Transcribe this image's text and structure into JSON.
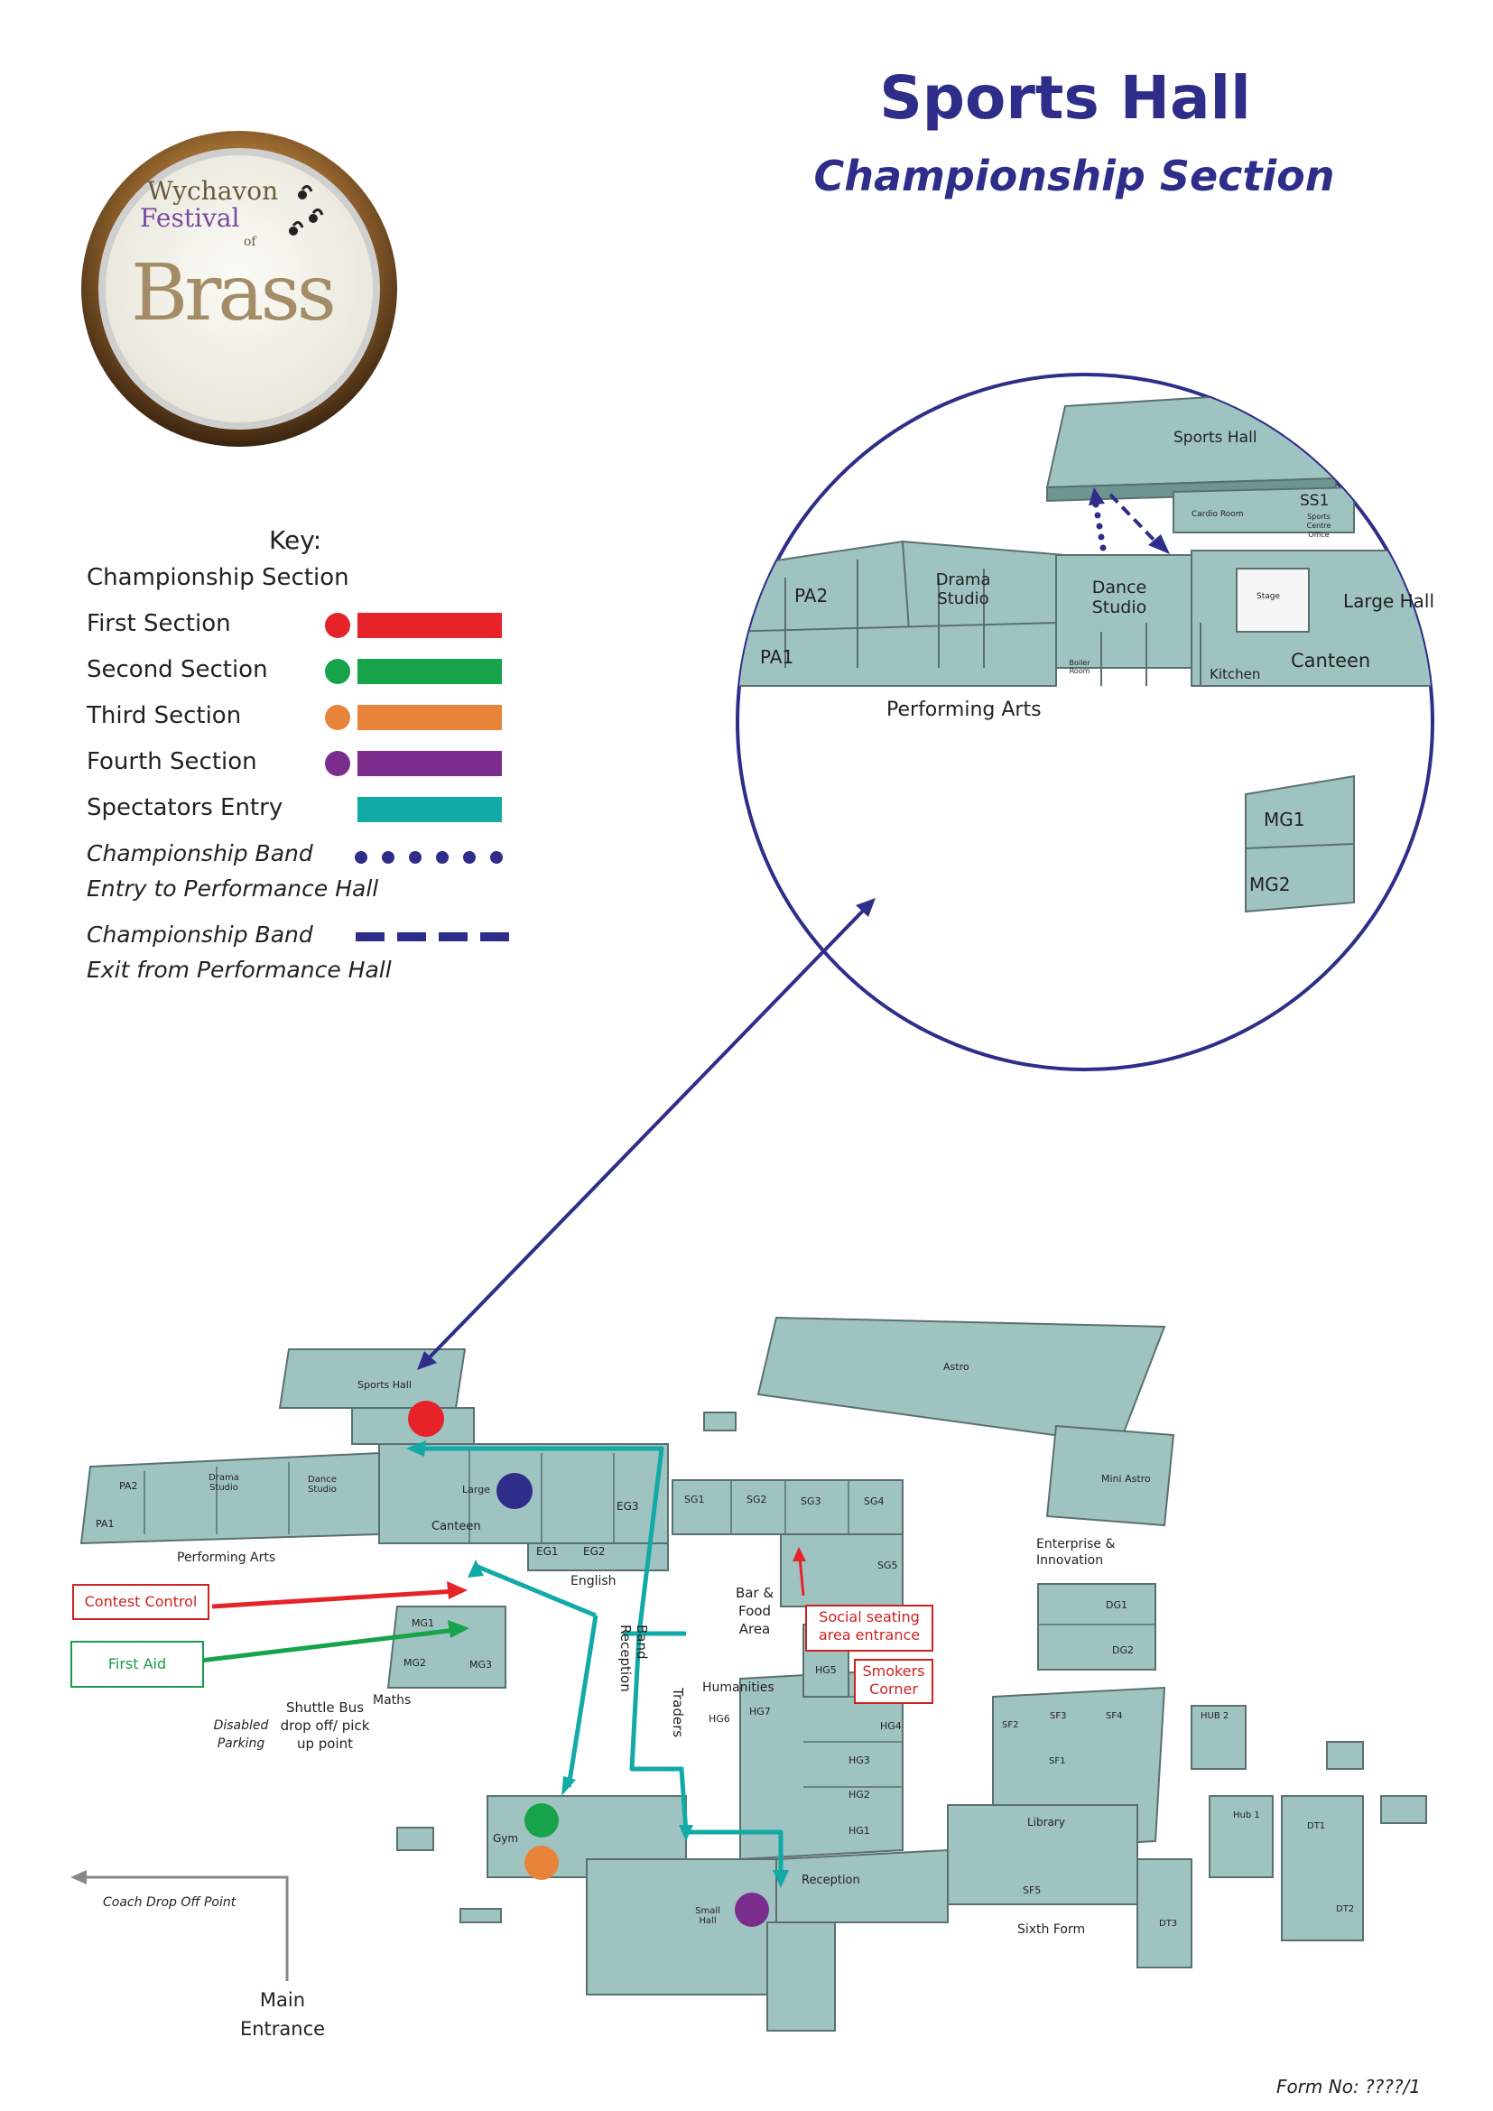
{
  "logo": {
    "line1": "Wychavon",
    "line2": "Festival",
    "line3": "of",
    "line4": "Brass"
  },
  "title": "Sports Hall",
  "subtitle": "Championship Section",
  "key": {
    "heading": "Key:",
    "section_heading": "Championship Section",
    "items": [
      {
        "label": "First Section",
        "color": "#e52328"
      },
      {
        "label": "Second Section",
        "color": "#16a34a"
      },
      {
        "label": "Third Section",
        "color": "#e8843a"
      },
      {
        "label": "Fourth Section",
        "color": "#7b2d8e"
      },
      {
        "label": "Spectators Entry",
        "color": "#12aaa6"
      }
    ],
    "entry_line1": "Championship Band",
    "entry_line2": "Entry to Performance Hall",
    "exit_line1": "Championship Band",
    "exit_line2": "Exit from Performance Hall",
    "band_color": "#2e2e8a"
  },
  "inset": {
    "sports_hall": "Sports Hall",
    "ss1": "SS1",
    "cardio_room": "Cardio Room",
    "sports_centre_office": "Sports Centre Office",
    "pa2": "PA2",
    "pa1": "PA1",
    "drama": "Drama Studio",
    "dance": "Dance Studio",
    "stage": "Stage",
    "large_hall": "Large Hall",
    "canteen": "Canteen",
    "kitchen": "Kitchen",
    "boiler_room": "Boiler Room",
    "performing_arts": "Performing Arts",
    "mg1": "MG1",
    "mg2": "MG2"
  },
  "map": {
    "sports_hall": "Sports Hall",
    "astro": "Astro",
    "mini_astro": "Mini Astro",
    "pa2": "PA2",
    "pa1": "PA1",
    "drama": "Drama Studio",
    "dance": "Dance Studio",
    "large": "Large",
    "canteen": "Canteen",
    "performing_arts": "Performing Arts",
    "eg3": "EG3",
    "eg1": "EG1",
    "eg2": "EG2",
    "english": "English",
    "sg1": "SG1",
    "sg2": "SG2",
    "sg3": "SG3",
    "sg4": "SG4",
    "sg5": "SG5",
    "bar_food": "Bar & Food Area",
    "band_reception": "Band Reception",
    "traders": "Traders",
    "humanities": "Humanities",
    "hg5": "HG5",
    "hg6": "HG6",
    "hg7": "HG7",
    "hg4": "HG4",
    "hg3": "HG3",
    "hg2": "HG2",
    "hg1": "HG1",
    "enterprise": "Enterprise & Innovation",
    "dg1": "DG1",
    "dg2": "DG2",
    "mg1": "MG1",
    "mg2": "MG2",
    "mg3": "MG3",
    "maths": "Maths",
    "disabled_parking": "Disabled Parking",
    "shuttle": "Shuttle Bus drop off/ pick up point",
    "gym": "Gym",
    "small_hall": "Small Hall",
    "reception": "Reception",
    "library": "Library",
    "sf1": "SF1",
    "sf2": "SF2",
    "sf3": "SF3",
    "sf4": "SF4",
    "sf5": "SF5",
    "sixth_form": "Sixth Form",
    "hub2": "HUB 2",
    "hub1": "Hub 1",
    "dt1": "DT1",
    "dt2": "DT2",
    "dt3": "DT3",
    "coach": "Coach Drop Off Point",
    "main_entrance_1": "Main",
    "main_entrance_2": "Entrance",
    "contest_control": "Contest Control",
    "first_aid": "First Aid",
    "social_seating": "Social seating area entrance",
    "smokers": "Smokers Corner"
  },
  "form_no": "Form No: ????/1"
}
